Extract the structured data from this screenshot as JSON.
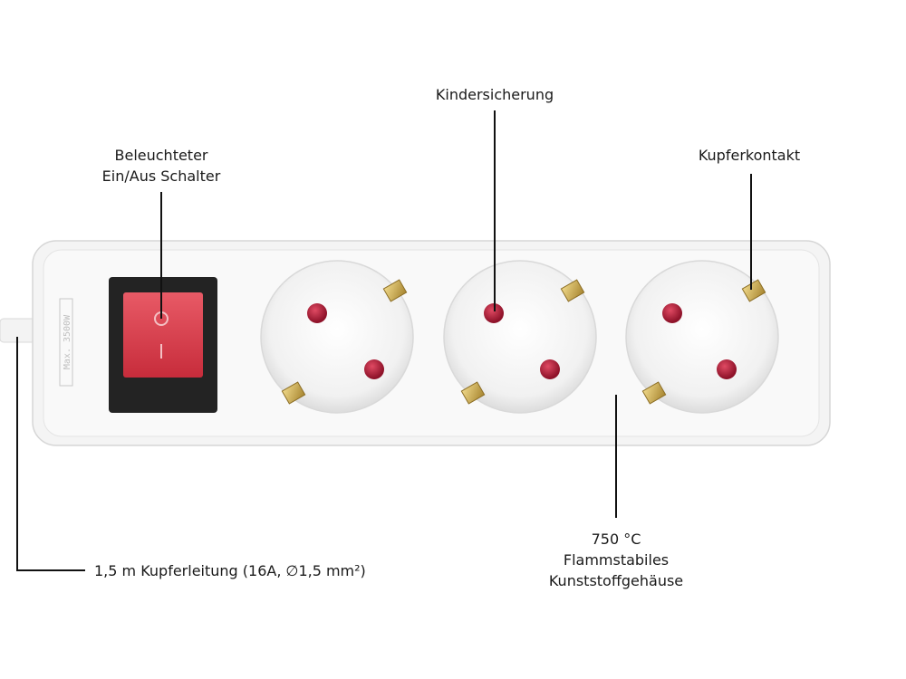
{
  "labels": {
    "switch_line1": "Beleuchteter",
    "switch_line2": "Ein/Aus Schalter",
    "child_protection": "Kindersicherung",
    "copper_contact": "Kupferkontakt",
    "cable": "1,5 m Kupferleitung (16A, ∅1,5 mm²)",
    "housing_line1": "750 °C",
    "housing_line2": "Flammstabiles",
    "housing_line3": "Kunststoffgehäuse"
  },
  "device": {
    "rating_text": "Max. 3500W",
    "socket_count": 3,
    "colors": {
      "housing": "#f2f2f2",
      "switch_frame": "#222222",
      "switch_rocker": "#d8394a",
      "safety_pin": "#b51c3a",
      "contact": "#c9a84a"
    }
  }
}
